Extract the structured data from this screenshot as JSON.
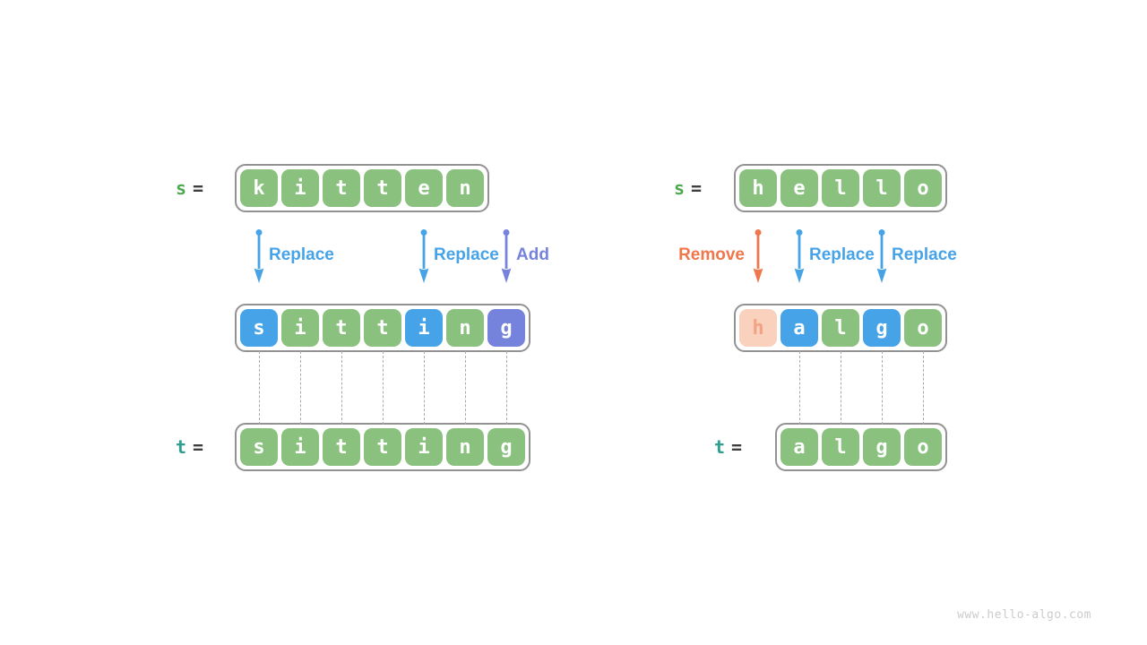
{
  "watermark": "www.hello-algo.com",
  "colors": {
    "green": "#8AC17E",
    "blue": "#47A3E8",
    "purple": "#7583DC",
    "peach_bg": "#FAD1BD",
    "peach_text": "#F2A285",
    "orange": "#F0764B",
    "label_green": "#4DA94D",
    "label_teal": "#2D9E8F",
    "equals_gray": "#3F3F3F",
    "box_border": "#929292",
    "dash_gray": "#ABABAB",
    "watermark_gray": "#CCCCCC"
  },
  "panels": [
    {
      "key": "left",
      "name": "kitten-to-sitting",
      "top_row": {
        "name": "s-string",
        "label": "s",
        "equals": "=",
        "label_color": "green",
        "cells": [
          {
            "ch": "k",
            "color": "green"
          },
          {
            "ch": "i",
            "color": "green"
          },
          {
            "ch": "t",
            "color": "green"
          },
          {
            "ch": "t",
            "color": "green"
          },
          {
            "ch": "e",
            "color": "green"
          },
          {
            "ch": "n",
            "color": "green"
          }
        ]
      },
      "mid_row": {
        "name": "intermediate-string",
        "cells": [
          {
            "ch": "s",
            "color": "blue"
          },
          {
            "ch": "i",
            "color": "green"
          },
          {
            "ch": "t",
            "color": "green"
          },
          {
            "ch": "t",
            "color": "green"
          },
          {
            "ch": "i",
            "color": "blue"
          },
          {
            "ch": "n",
            "color": "green"
          },
          {
            "ch": "g",
            "color": "purple"
          }
        ]
      },
      "bottom_row": {
        "name": "t-string",
        "label": "t",
        "equals": "=",
        "label_color": "teal",
        "cells": [
          {
            "ch": "s",
            "color": "green"
          },
          {
            "ch": "i",
            "color": "green"
          },
          {
            "ch": "t",
            "color": "green"
          },
          {
            "ch": "t",
            "color": "green"
          },
          {
            "ch": "i",
            "color": "green"
          },
          {
            "ch": "n",
            "color": "green"
          },
          {
            "ch": "g",
            "color": "green"
          }
        ]
      },
      "arrows": [
        {
          "cell": 0,
          "label": "Replace",
          "color": "blue",
          "side": "right"
        },
        {
          "cell": 4,
          "label": "Replace",
          "color": "blue",
          "side": "right"
        },
        {
          "cell": 6,
          "label": "Add",
          "color": "purple",
          "side": "right"
        }
      ],
      "dash_cells": [
        0,
        1,
        2,
        3,
        4,
        5,
        6
      ]
    },
    {
      "key": "right",
      "name": "hello-to-algo",
      "top_row": {
        "name": "s-string",
        "label": "s",
        "equals": "=",
        "label_color": "green",
        "cells": [
          {
            "ch": "h",
            "color": "green"
          },
          {
            "ch": "e",
            "color": "green"
          },
          {
            "ch": "l",
            "color": "green"
          },
          {
            "ch": "l",
            "color": "green"
          },
          {
            "ch": "o",
            "color": "green"
          }
        ]
      },
      "mid_row": {
        "name": "intermediate-string",
        "cells": [
          {
            "ch": "h",
            "color": "peach"
          },
          {
            "ch": "a",
            "color": "blue"
          },
          {
            "ch": "l",
            "color": "green"
          },
          {
            "ch": "g",
            "color": "blue"
          },
          {
            "ch": "o",
            "color": "green"
          }
        ]
      },
      "bottom_row": {
        "name": "t-string",
        "label": "t",
        "equals": "=",
        "label_color": "teal",
        "cells": [
          {
            "ch": "a",
            "color": "green"
          },
          {
            "ch": "l",
            "color": "green"
          },
          {
            "ch": "g",
            "color": "green"
          },
          {
            "ch": "o",
            "color": "green"
          }
        ]
      },
      "arrows": [
        {
          "cell": 0,
          "label": "Remove",
          "color": "orange",
          "side": "left"
        },
        {
          "cell": 1,
          "label": "Replace",
          "color": "blue",
          "side": "right"
        },
        {
          "cell": 3,
          "label": "Replace",
          "color": "blue",
          "side": "right"
        }
      ],
      "dash_cells": [
        1,
        2,
        3,
        4
      ]
    }
  ]
}
